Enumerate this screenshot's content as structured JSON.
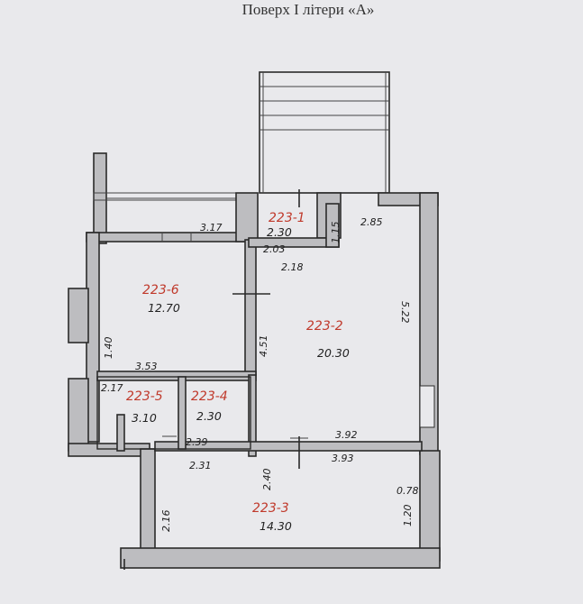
{
  "title": "Поверх І літери «А»",
  "rooms": [
    {
      "id": "223-1",
      "area": "2.30"
    },
    {
      "id": "223-2",
      "area": "20.30"
    },
    {
      "id": "223-3",
      "area": "14.30"
    },
    {
      "id": "223-4",
      "area": "2.30"
    },
    {
      "id": "223-5",
      "area": "3.10"
    },
    {
      "id": "223-6",
      "area": "12.70"
    }
  ],
  "dimensions": {
    "d317": "3.17",
    "d115": "1.15",
    "d285": "2.85",
    "d203": "2.03",
    "d218": "2.18",
    "d522": "5.22",
    "d451": "4.51",
    "d140": "1.40",
    "d353": "3.53",
    "d217": "2.17",
    "d392": "3.92",
    "d393": "3.93",
    "d239": "2.39",
    "d231": "2.31",
    "d240": "2.40",
    "d078": "0.78",
    "d216": "2.16",
    "d120": "1.20"
  }
}
